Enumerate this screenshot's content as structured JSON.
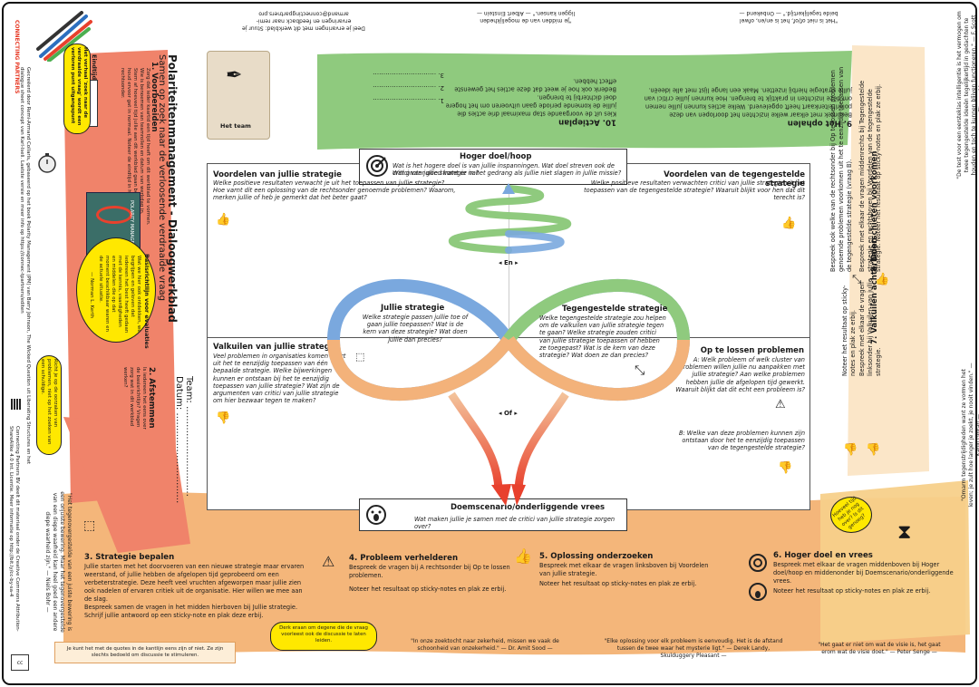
{
  "header": {
    "title": "Polariteitenmanagement - Dialoogwerkblad",
    "subtitle": "Samen op zoek naar de verloosende verdraaide vraag",
    "team_label": "Team:",
    "datum_label": "Datum:",
    "eindtijd_label": "Eindtijd:"
  },
  "top_panel": {
    "title": "Hoger doel/hoop",
    "q1": "Wat is het hogere doel is van jullie inspanningen. Wat doel streven ook de critici van jullie strategie na?",
    "q2": "Wat groter goed komt er in het gedrang als jullie niet slagen in jullie missie?"
  },
  "bottom_panel": {
    "title": "Doemscenario/onderliggende vrees",
    "q1": "Wat maken jullie je samen met de critici van jullie strategie zorgen over?"
  },
  "quadrants": {
    "tl_title": "Voordelen van jullie strategie",
    "tl_q": "Welke positieve resultaten verwacht je uit het toepassen van jullie strategie? Hoe varnt dit een oplossing van de rechtsonder genoemde problemen? Waarom, merken jullie of heb je gemerkt dat het beter gaat?",
    "tr_title": "Voordelen van de tegengestelde strategie",
    "tr_q": "Welke positieve resultaten verwachten critici van jullie strategie uit het toepassen van de tegengestelde strategie? Waaruit blijkt voor hen dat dit terecht is?",
    "bl_title": "Valkuilen van jullie strategie",
    "bl_q": "Veel problemen in organisaties komen voort uit het te eenzijdig toepassen van één bepaalde strategie. Welke bijwerkingen kunnen er ontstaan bij het te eenzijdig toepassen van jullie strategie? Wat zijn de argumenten van critici van jullie strategie om hier bezwaar tegen te maken?",
    "br_title": "Op te lossen problemen",
    "br_qa": "A: Welk probleem of welk cluster van problemen willen jullie nu aanpakken met jullie strategie? Aan welke problemen hebben jullie de afgelopen tijd gewerkt. Waaruit blijkt dat dit echt een probleem is?",
    "br_qb": "B: Welke van deze problemen kunnen zijn ontstaan door het te eenzijdig toepassen van de tegengestelde strategie?"
  },
  "loop": {
    "left_title": "Jullie strategie",
    "left_q": "Welke strategie passen jullie toe of gaan jullie toepassen? Wat is de kern van deze strategie? Wat doen jullie dan precies?",
    "right_title": "Tegengestelde strategie",
    "right_q": "Welke tegengestelde strategie zou helpen om de valkuilen van jullie strategie tegen te gaan? Welke strategie zouden critici van jullie strategie toepassen of hebben ze toegepast? Wat is de kern van deze strategie? Wat doen ze dan precies?",
    "en_label": "En",
    "of_label": "Of"
  },
  "steps": {
    "s3_title": "3. Strategie bepalen",
    "s3_body": "Jullie starten met het doorvoeren van een nieuwe strategie maar ervaren weerstand, of jullie hebben de afgelopen tijd geprobeerd om een verbeterstrategie. Deze heeft veel vruchten afgeworpen maar jullie zien ook nadelen of ervaren critiek uit de organisatie. Hier willen we mee aan de slag.",
    "s3_body2": "Bespreek samen de vragen in het midden hierboven bij Jullie strategie. Schrijf jullie antwoord op een sticky-note en plak deze erbij.",
    "s4_title": "4. Probleem verhelderen",
    "s4_body": "Bespreek de vragen bij A rechtsonder bij Op te lossen problemen.",
    "s4_body2": "Noteer het resultaat op sticky-notes en plak ze erbij.",
    "s5_title": "5. Oplossing onderzoeken",
    "s5_body": "Bespreek met elkaar de vragen linksboven bij Voordelen van jullie strategie.",
    "s5_body2": "Noteer het resultaat op sticky-notes en plak ze erbij.",
    "s6_title": "6. Hoger doel en vrees",
    "s6_body": "Bespreek met elkaar de vragen middenboven bij Hoger doel/hoop en middenonder bij Doemscenario/onderliggende vrees.",
    "s6_body2": "Noteer het resultaat op sticky-notes en plak ze erbij.",
    "s7_title": "7. Valkuilen achterhalen",
    "s7_body": "Bespreek met elkaar de vragen linksonder bij Valkuilen van jullie strategie.",
    "s7_body2": "Noteer het resultaat op sticky-notes en plak ze erbij.",
    "s8_title": "8. Doorschieten voorkomen",
    "s8_body": "Bespreek met elkaar de vragen middenrechts bij Tegengestelde strategie en rechtsboven bij Voordelen van de tegengestelde strategie. Noteer het resultaat op sticky-notes en plak ze erbij.",
    "s8_body2": "Bespreek ook welke van de rechtsonder bij Op te lossen problemen genoemde problemen voorkomen uit het te eenzijdig toepassen van de tegengestelde strategie (vraag B).",
    "s9_title": "9. Het ophalen",
    "s9_body": "Bespreek met elkaar welke inzichten het doorlopen van deze polariteitenkaart heeft opgeleverd. Welke acties kunnen jullie nemen om deze inzichten in praktijk te brengen. Hoe kunnen jullie critici van jullie strategie hierbij inzetten. Maak een lange lijst met alle ideeën.",
    "s10_title": "10. Actieplan",
    "s10_body": "Kies uit de voorgaande stap maximaal drie acties die jullie de komende periode gaan uitvoeren om het hogere doel dichterbij te brengen.",
    "s10_body2": "Bedenk ook hoe je weet dat deze acties het gewenste effect hebben.",
    "s1_title": "1. Voorbereiden",
    "s1_body": "Zorg dat ieder kaartid een tijd heeft om dit werkblad te vormen. Wie is benoemen van teamrollen en datum van werkdag in. Stem af hoeveel tijd jullie aan dit werkblad gaan besteden en houd ervoor gat in normaal. Noteer de eindtijd in het vakje rechtsonder.",
    "s2_title": "2. Afstemmen",
    "s2_body": "Is iedereen het eens over de basisrichtlijn? Vragen zorg wat in dit werkblad werken?"
  },
  "bubbles": {
    "b1": "Derk eraan om degene die de vraag voorleest ook de discussie te laten leiden.",
    "b2": "Hoeveel tijd heb je nog over? Is dit genoeg?",
    "b3": "Basisrichtlijn voor evaluaties",
    "b3_body": "Wat we hier ook ontdekken, we begrijpen en geloven dat iedereen het best heeft gedaan met de kennis, vaardigheden en middelen die op dat moment beschikbaar waren en de actuele situatie.",
    "b3_author": "— Norman L. Kerth",
    "b4": "Richt je op de oorzaken van problemen, niet op het zoeken van een schuldige.",
    "b5": "Het verhaal 'zoek naar de verdraaide vraag' wordt een verloren punt uitgangspunt"
  },
  "quotes": {
    "q1": "\"In onze zoektocht naar zekerheid, missen we vaak de schoonheid van onzekerheid.\" — Dr. Amit Sood —",
    "q2": "\"Elke oplossing voor elk probleem is eenvoudig. Het is de afstand tussen de twee waar het mysterie ligt.\" — Derek Landy, Skulduggery Pleasant —",
    "q3": "\"Het gaat er niet om wat de visie is, het gaat erom wat de visie doet.\" — Peter Senge —",
    "q4": "\"Het is niet of/of, het is en/en, ofwel beide tegelijkertijd.\" — Onbekend —",
    "q5": "\"Je midden van de mogelijkheden liggen kansen.\" — Albert Einstein —",
    "q6": "Deel je ervaringen met dit werkblad: Stuur je ervaringen en feedback naar remi-armand@connectingpartners.pro",
    "q7": "\"De test voor een eersteklas intelligentie is het vermogen om twee tegengestelde ideeën tegelijkertijd in gedachten te houden en toch te kunnen blijven functioneren.\" — F. Scott Fitzgerald —",
    "q8": "\"Omarm tegenstrijdigheden want ze vormen het leven; je zult hoe langer je zoekt, je nooit vinden.\" — Kahlil Gibran —",
    "q9": "\"Het tegenovergestelde van een juiste bewering is een onjuiste bewering. Maar het tegenovergestelde van een diepe waarheid kan heel goed een andere diepe waarheid zijn.\" — Niels Bohr —",
    "footer_left": "Je kunt het met de quotes in de kantlijn eens zijn of niet. Ze zijn slechts bedoeld om discussie te stimuleren.",
    "credit_left": "Gecreëerd door Remi-Armand Collaris, gebaseerd op het boek Polarity Management (PM) van Barry Johnson, The Wicked Question uit Liberating Structures en het dialogue sheet concept van Karl-Iseli. Laatste versie en meer info op https://connec-tpartners/editen",
    "credit_right": "Connecting Partners BV deelt dit materiaal onder de Creative Commons Attribution-ShareAlike 4.0 Int. Licentie. Meer informatie op http://bit.ly/cc-by-sa-4",
    "het_team": "Het team",
    "book_title": "POLARITY MANAGEMENT"
  },
  "colors": {
    "orange": "#f4b67a",
    "orange_light": "#f9d2a6",
    "green": "#8fca7e",
    "green_light": "#bfe3b2",
    "salmon": "#f0836a",
    "yellow_band": "#f7d590",
    "blue": "#7aa8de",
    "yellow": "#ffe800",
    "red": "#e8412d"
  },
  "action_lines": [
    "1.",
    "2.",
    "3."
  ]
}
